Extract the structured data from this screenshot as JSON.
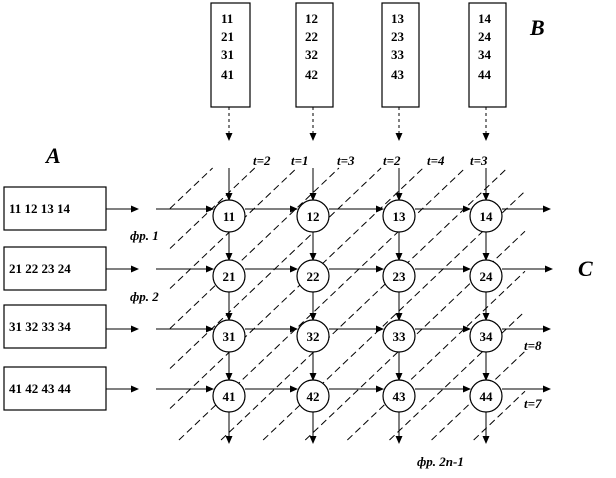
{
  "matrix_a": {
    "label": "A",
    "rows": [
      "11 12 13 14",
      "21 22 23 24",
      "31 32 33 34",
      "41 42 43 44"
    ]
  },
  "matrix_b": {
    "label": "B",
    "columns": [
      [
        "11",
        "21",
        "31",
        "41"
      ],
      [
        "12",
        "22",
        "32",
        "42"
      ],
      [
        "13",
        "23",
        "33",
        "43"
      ],
      [
        "14",
        "24",
        "34",
        "44"
      ]
    ]
  },
  "matrix_c": {
    "label": "C"
  },
  "cells": [
    [
      "11",
      "12",
      "13",
      "14"
    ],
    [
      "21",
      "22",
      "23",
      "24"
    ],
    [
      "31",
      "32",
      "33",
      "34"
    ],
    [
      "41",
      "42",
      "43",
      "44"
    ]
  ],
  "time_labels": {
    "top": [
      "t=2",
      "t=1",
      "t=3",
      "t=2",
      "t=4",
      "t=3"
    ],
    "right": [
      "t=8",
      "t=7"
    ]
  },
  "front_labels": [
    "фр. 1",
    "фр. 2",
    "фр. 2n-1"
  ]
}
